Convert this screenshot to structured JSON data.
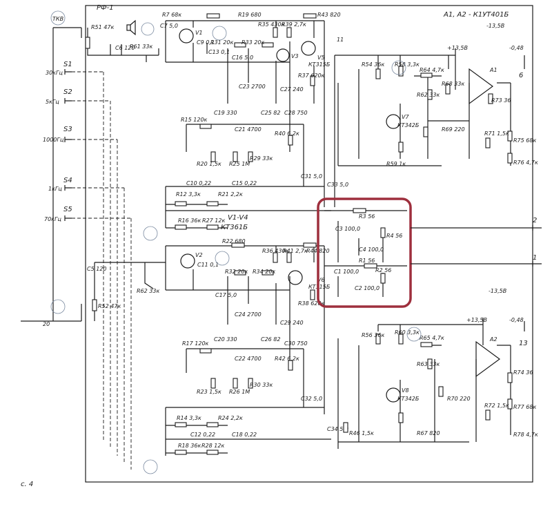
{
  "title_block": {
    "header": "A1, A2 - К1УТ401Б",
    "panel": "РФ-1",
    "page": "с. 4"
  },
  "transistors": [
    {
      "id": "v1",
      "label": "V1"
    },
    {
      "id": "v2",
      "label": "V2"
    },
    {
      "id": "v3",
      "label": "V3"
    },
    {
      "id": "v5",
      "label": "V5",
      "sub": "КТ315Б"
    },
    {
      "id": "v6",
      "label": "V6",
      "sub": "КТ315Б"
    },
    {
      "id": "v7",
      "label": "V7",
      "sub": "КТ342Б"
    },
    {
      "id": "v8",
      "label": "V8",
      "sub": "КТ342Б"
    }
  ],
  "transistor_group_note": {
    "range": "V1-V4",
    "type": "КТ361Б"
  },
  "opamps": [
    {
      "id": "a1",
      "label": "A1"
    },
    {
      "id": "a2",
      "label": "A2"
    }
  ],
  "switches": [
    {
      "id": "s1",
      "label": "S1",
      "freq": "30кГц"
    },
    {
      "id": "s2",
      "label": "S2",
      "freq": "5кГц"
    },
    {
      "id": "s3",
      "label": "S3",
      "freq": "1000Гц"
    },
    {
      "id": "s4",
      "label": "S4",
      "freq": "1кГц"
    },
    {
      "id": "s5",
      "label": "S5",
      "freq": "70кГц"
    }
  ],
  "resistors_left": [
    {
      "id": "r51",
      "label": "R51 47к"
    },
    {
      "id": "r61",
      "label": "R61 33к"
    },
    {
      "id": "r52",
      "label": "R52 47к"
    },
    {
      "id": "r62",
      "label": "R62 33к"
    },
    {
      "id": "r12",
      "label": "R12 3,3к"
    },
    {
      "id": "r16",
      "label": "R16 36к"
    },
    {
      "id": "r14",
      "label": "R14 3,3к"
    },
    {
      "id": "r18",
      "label": "R18 36к"
    }
  ],
  "resistors_mid": [
    {
      "id": "r7",
      "label": "R7 68к"
    },
    {
      "id": "r19",
      "label": "R19 680"
    },
    {
      "id": "r43",
      "label": "R43 820"
    },
    {
      "id": "r35",
      "label": "R35 430к"
    },
    {
      "id": "r39",
      "label": "R39 2,7к"
    },
    {
      "id": "r31",
      "label": "R31 20к"
    },
    {
      "id": "r33",
      "label": "R33 20к"
    },
    {
      "id": "r37",
      "label": "R37 620к"
    },
    {
      "id": "r15",
      "label": "R15 120к"
    },
    {
      "id": "r20",
      "label": "R20 1,5к"
    },
    {
      "id": "r25",
      "label": "R25 1М"
    },
    {
      "id": "r29",
      "label": "R29 33к"
    },
    {
      "id": "r40",
      "label": "R40 6,2к"
    },
    {
      "id": "r21",
      "label": "R21 2,2к"
    },
    {
      "id": "r27",
      "label": "R27 12к"
    },
    {
      "id": "r22",
      "label": "R22 680"
    },
    {
      "id": "r36",
      "label": "R36 430к"
    },
    {
      "id": "r41",
      "label": "R41 2,7к"
    },
    {
      "id": "r44",
      "label": "R44 820"
    },
    {
      "id": "r32",
      "label": "R32 20к"
    },
    {
      "id": "r34",
      "label": "R34 20к"
    },
    {
      "id": "r38",
      "label": "R38 620к"
    },
    {
      "id": "r17",
      "label": "R17 120к"
    },
    {
      "id": "r23",
      "label": "R23 1,5к"
    },
    {
      "id": "r26",
      "label": "R26 1М"
    },
    {
      "id": "r30",
      "label": "R30 33к"
    },
    {
      "id": "r42",
      "label": "R42 6,2к"
    },
    {
      "id": "r24",
      "label": "R24 2,2к"
    },
    {
      "id": "r28",
      "label": "R28 12к"
    }
  ],
  "resistors_right": [
    {
      "id": "r54",
      "label": "R54 36к"
    },
    {
      "id": "r58",
      "label": "R58 3,3к"
    },
    {
      "id": "r64",
      "label": "R64 4,7к"
    },
    {
      "id": "r62b",
      "label": "R62 33к"
    },
    {
      "id": "r68",
      "label": "R68 33к"
    },
    {
      "id": "r73",
      "label": "R73 36"
    },
    {
      "id": "r75",
      "label": "R75 68к"
    },
    {
      "id": "r76",
      "label": "R76 4,7к"
    },
    {
      "id": "r71",
      "label": "R71 1,5к"
    },
    {
      "id": "r69",
      "label": "R69 220"
    },
    {
      "id": "r59",
      "label": "R59 1к"
    },
    {
      "id": "r56",
      "label": "R56 36к"
    },
    {
      "id": "r60",
      "label": "R60 3,3к"
    },
    {
      "id": "r65",
      "label": "R65 4,7к"
    },
    {
      "id": "r63",
      "label": "R63 33к"
    },
    {
      "id": "r74",
      "label": "R74 36"
    },
    {
      "id": "r77",
      "label": "R77 68к"
    },
    {
      "id": "r78",
      "label": "R78 4,7к"
    },
    {
      "id": "r72",
      "label": "R72 1,5к"
    },
    {
      "id": "r70",
      "label": "R70 220"
    },
    {
      "id": "r67",
      "label": "R67 820"
    },
    {
      "id": "r46",
      "label": "R46 1,5к"
    }
  ],
  "capacitors": [
    {
      "id": "c6",
      "label": "C6 120"
    },
    {
      "id": "c5",
      "label": "C5 120"
    },
    {
      "id": "c7",
      "label": "C7 5,0"
    },
    {
      "id": "c9",
      "label": "C9 0,1"
    },
    {
      "id": "c13",
      "label": "C13 0,1"
    },
    {
      "id": "c16",
      "label": "C16 5,0"
    },
    {
      "id": "c23",
      "label": "C23 2700"
    },
    {
      "id": "c27",
      "label": "C27 240"
    },
    {
      "id": "c19",
      "label": "C19 330"
    },
    {
      "id": "c21",
      "label": "C21 4700"
    },
    {
      "id": "c25",
      "label": "C25 82"
    },
    {
      "id": "c28",
      "label": "C28 750"
    },
    {
      "id": "c10",
      "label": "C10 0,22"
    },
    {
      "id": "c15",
      "label": "C15 0,22"
    },
    {
      "id": "c31",
      "label": "C31 5,0"
    },
    {
      "id": "c33",
      "label": "C33 5,0"
    },
    {
      "id": "c11",
      "label": "C11 0,1"
    },
    {
      "id": "c17",
      "label": "C17 5,0"
    },
    {
      "id": "c24",
      "label": "C24 2700"
    },
    {
      "id": "c29",
      "label": "C29 240"
    },
    {
      "id": "c20",
      "label": "C20 330"
    },
    {
      "id": "c22",
      "label": "C22 4700"
    },
    {
      "id": "c26",
      "label": "C26 82"
    },
    {
      "id": "c30",
      "label": "C30 750"
    },
    {
      "id": "c12",
      "label": "C12 0,22"
    },
    {
      "id": "c18",
      "label": "C18 0,22"
    },
    {
      "id": "c32",
      "label": "C32 5,0"
    },
    {
      "id": "c34",
      "label": "C34 5,0"
    }
  ],
  "highlight_box": [
    {
      "id": "hr3",
      "label": "R3 56"
    },
    {
      "id": "hc3",
      "label": "C3 100,0"
    },
    {
      "id": "hr4",
      "label": "R4 56"
    },
    {
      "id": "hc4",
      "label": "C4 100,0"
    },
    {
      "id": "hr1",
      "label": "R1 56"
    },
    {
      "id": "hc1",
      "label": "C1 100,0"
    },
    {
      "id": "hr2",
      "label": "R2 56"
    },
    {
      "id": "hc2",
      "label": "C2 100,0"
    }
  ],
  "voltages": {
    "v_top": "-13,5В",
    "v_pos1": "+13,5В",
    "v_out1": "-0,48",
    "v_pos2": "+13,5В",
    "v_neg2": "-13,5В",
    "v_out2": "-0,48"
  },
  "connectors": [
    {
      "id": "x6",
      "label": "6"
    },
    {
      "id": "x2",
      "label": "2"
    },
    {
      "id": "x1",
      "label": "1"
    },
    {
      "id": "x13",
      "label": "13"
    },
    {
      "id": "x11",
      "label": "11"
    },
    {
      "id": "x20",
      "label": "20"
    }
  ],
  "stamp_text": "ТКВ",
  "colors": {
    "ink": "#1a1a1a",
    "highlight": "#9e2f3d",
    "stamp": "#7a8aa0"
  }
}
